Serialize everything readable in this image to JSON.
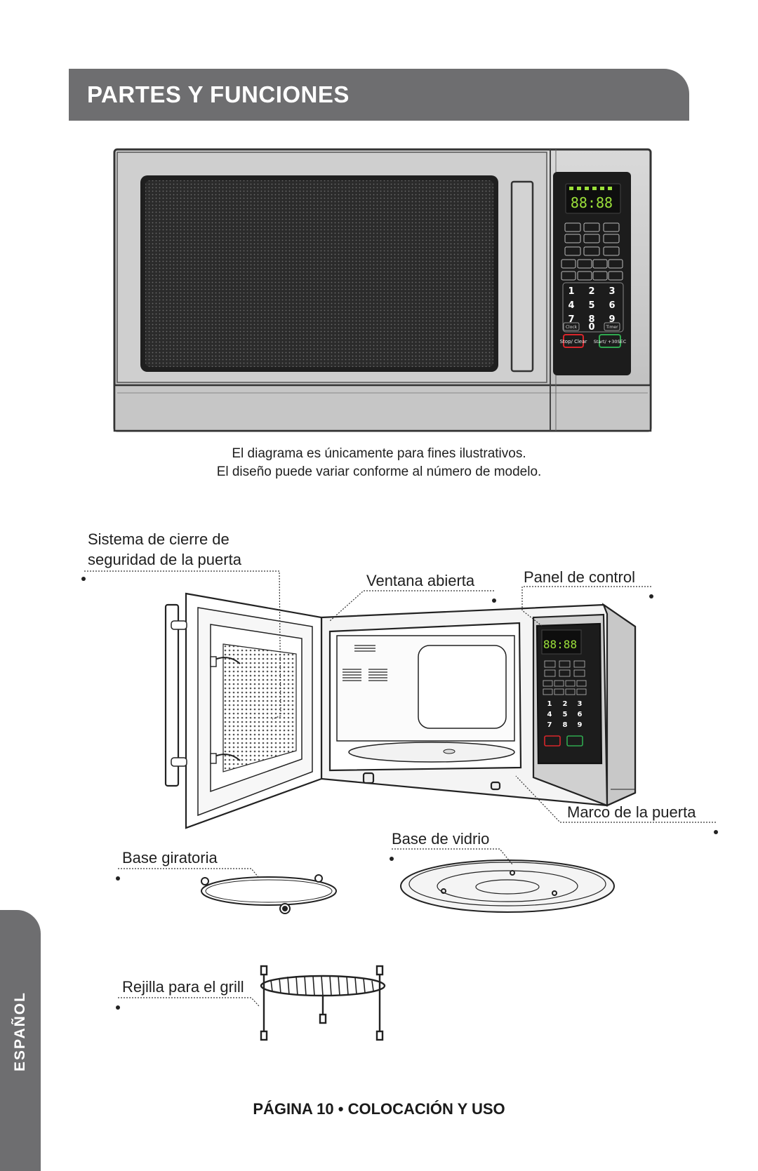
{
  "header": {
    "title": "PARTES Y FUNCIONES"
  },
  "side_tab": {
    "label": "ESPAÑOL"
  },
  "caption": {
    "line1": "El diagrama es únicamente para fines ilustrativos.",
    "line2": "El diseño puede variar conforme al número de modelo."
  },
  "microwave_panel": {
    "display": "88:88",
    "numbers": [
      "1",
      "2",
      "3",
      "4",
      "5",
      "6",
      "7",
      "8",
      "9",
      "0"
    ],
    "stop_label": "Stop/ Clear",
    "start_label": "Start/ +30SEC",
    "clock_label": "Clock",
    "timer_label": "Timer"
  },
  "labels": {
    "door_lock": "Sistema de cierre de seguridad de la puerta",
    "door_lock_line1": "Sistema de cierre de",
    "door_lock_line2": "seguridad de la puerta",
    "window": "Ventana abierta",
    "control_panel": "Panel de control",
    "door_frame": "Marco de la puerta",
    "glass_tray": "Base de vidrio",
    "turntable_ring": "Base giratoria",
    "grill_rack": "Rejilla para el grill"
  },
  "footer": {
    "text": "PÁGINA 10 • COLOCACIÓN Y USO"
  },
  "colors": {
    "band": "#6e6e70",
    "display_green": "#9be03a",
    "stop_red": "#d8262b",
    "start_green": "#2fa84f"
  }
}
